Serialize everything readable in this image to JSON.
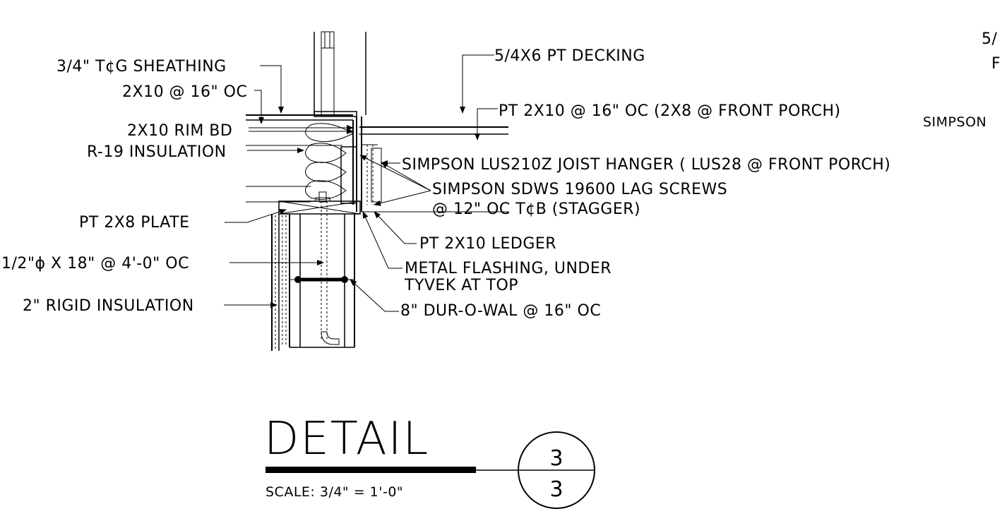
{
  "labels": {
    "sheathing": "3/4\" T¢G SHEATHING",
    "joists": "2X10 @ 16\" OC",
    "rim": "2X10 RIM BD",
    "insulation": "R-19 INSULATION",
    "plate": "PT 2X8 PLATE",
    "anchor": "1/2\"ϕ X 18\" @ 4'-0\" OC",
    "rigid": "2\" RIGID INSULATION",
    "decking": "5/4X6 PT DECKING",
    "deck_joists": "PT 2X10 @ 16\" OC (2X8 @ FRONT PORCH)",
    "hanger": "SIMPSON LUS210Z JOIST HANGER ( LUS28 @ FRONT PORCH)",
    "lag_1": "SIMPSON SDWS 19600 LAG SCREWS",
    "lag_2": "@ 12\" OC T¢B (STAGGER)",
    "ledger": "PT 2X10 LEDGER",
    "flashing_1": "METAL FLASHING, UNDER",
    "flashing_2": "TYVEK AT TOP",
    "durowal": "8\" DUR-O-WAL @ 16\" OC"
  },
  "cutoff": {
    "right_1": "5/",
    "right_2": "F",
    "right_3": "SIMPSON"
  },
  "title": {
    "text": "DETAIL",
    "scale": "SCALE: 3/4\" = 1'-0\"",
    "detail_number": "3",
    "sheet_number": "3"
  }
}
